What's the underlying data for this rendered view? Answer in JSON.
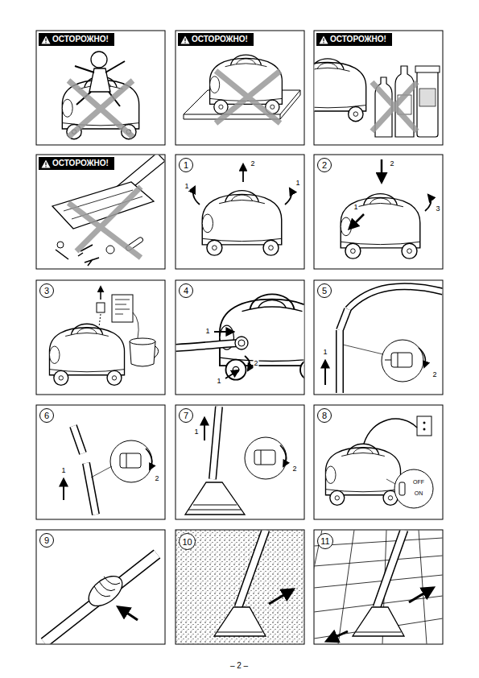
{
  "diagram": {
    "nodes": [
      {
        "text": [
          "ОСТОРОЖНО!"
        ]
      },
      {
        "text": [
          "ОСТОРОЖНО!"
        ]
      },
      {
        "text": [
          "ОСТОРОЖНО!"
        ]
      },
      {
        "text": [
          "ОСТОРОЖНО!"
        ]
      },
      {
        "text": [
          "1"
        ]
      },
      {
        "text": [
          "2"
        ]
      },
      {
        "text": [
          "3"
        ]
      },
      {
        "text": [
          "4"
        ]
      },
      {
        "text": [
          "5"
        ]
      },
      {
        "text": [
          "6"
        ]
      },
      {
        "text": [
          "7"
        ]
      },
      {
        "text": [
          "8"
        ]
      },
      {
        "text": [
          "9"
        ]
      },
      {
        "text": [
          "10"
        ]
      },
      {
        "text": [
          "11"
        ]
      }
    ],
    "labels": [
      "1",
      "2",
      "1",
      "2",
      "1",
      "3",
      "1",
      "2",
      "1",
      "1",
      "2",
      "1",
      "2",
      "1",
      "2",
      "OFF",
      "ON",
      "– 2 –"
    ]
  }
}
